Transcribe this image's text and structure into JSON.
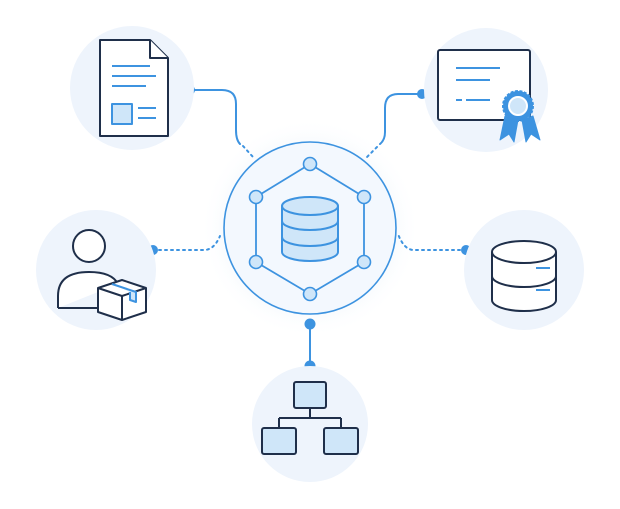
{
  "colors": {
    "background": "#ffffff",
    "node_fill": "#eef4fc",
    "hub_fill": "#f3f8fe",
    "accent": "#3d93e0",
    "accent_light": "#cfe6f9",
    "ink": "#1f2f4a",
    "halo": "#e3effb"
  },
  "hub": {
    "icon": "database-icon",
    "shape": "hexagon-network"
  },
  "nodes": [
    {
      "id": "document",
      "icon": "document-icon",
      "connector": "curved-solid"
    },
    {
      "id": "certificate",
      "icon": "certificate-award-icon",
      "connector": "curved-solid"
    },
    {
      "id": "user-package",
      "icon": "user-with-package-icon",
      "connector": "dotted"
    },
    {
      "id": "storage",
      "icon": "server-storage-icon",
      "connector": "dotted"
    },
    {
      "id": "hierarchy",
      "icon": "org-chart-icon",
      "connector": "straight-solid"
    }
  ]
}
